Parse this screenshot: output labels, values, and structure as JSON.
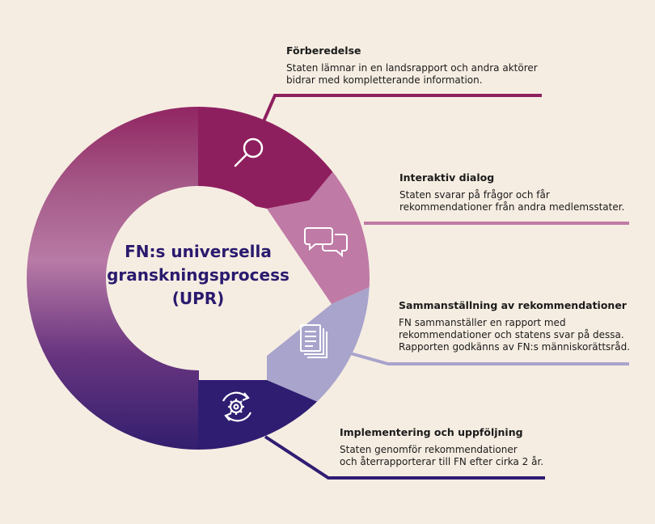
{
  "center": {
    "line1": "FN:s universella",
    "line2": "granskningsprocess",
    "line3": "(UPR)"
  },
  "steps": [
    {
      "title": "Förberedelse",
      "body": "Staten lämnar in en landsrapport och andra aktörer\nbidrar med kompletterande information.",
      "icon": "magnifier-icon",
      "color": "#8e1f5f"
    },
    {
      "title": "Interaktiv dialog",
      "body": "Staten svarar på frågor och får\nrekommendationer från andra medlemsstater.",
      "icon": "speech-bubbles-icon",
      "color": "#c07aa5"
    },
    {
      "title": "Sammanställning av rekommendationer",
      "body": "FN sammanställer en rapport med\nrekommendationer och statens svar på dessa.\nRapporten godkänns av FN:s människorättsråd.",
      "icon": "documents-icon",
      "color": "#a9a4cc"
    },
    {
      "title": "Implementering och uppföljning",
      "body": "Staten genomför rekommendationer\noch återrapporterar till FN efter cirka 2 år.",
      "icon": "gear-cycle-icon",
      "color": "#2f1d72"
    }
  ],
  "colors": {
    "background": "#f6ede2",
    "center_text": "#2a1a6e"
  }
}
